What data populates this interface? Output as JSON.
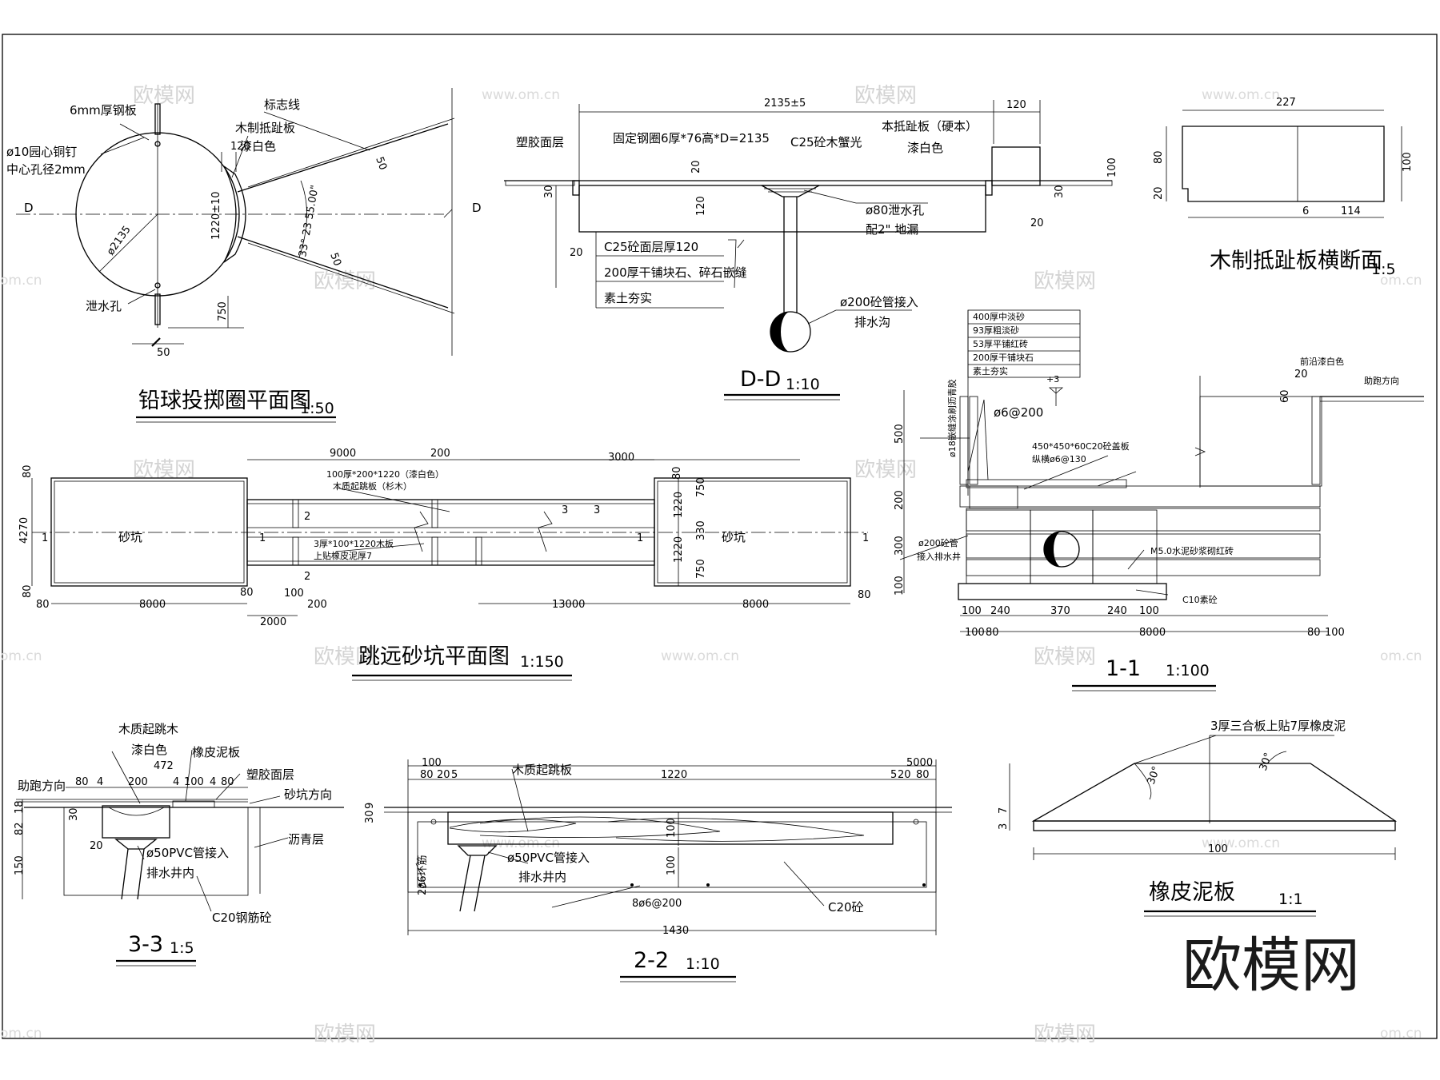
{
  "watermark": {
    "site_cn": "欧模网",
    "site_url": "www.om.cn",
    "url_short": "om.cn"
  },
  "brand_logo": "欧模网",
  "shot_put": {
    "title": "铅球投掷圈平面图",
    "scale": "1:50",
    "labels": {
      "steel_plate": "6mm厚钢板",
      "marker_line": "标志线",
      "toe_board": "木制抵趾板",
      "paint_white": "漆白色",
      "copper_nail": "ø10园心铜钉",
      "center_hole": "中心孔径2mm",
      "drain_hole": "泄水孔",
      "diameter": "ø2135",
      "radius_dim": "1220±10",
      "angle": "33° 23 55.00\"",
      "axis_left": "D",
      "axis_right": "D"
    },
    "dims": {
      "d120": "120",
      "d750": "750",
      "d50a": "50",
      "d50b": "50",
      "d50c": "50"
    }
  },
  "section_dd": {
    "title": "D-D",
    "scale": "1:10",
    "labels": {
      "rubber": "塑胶面层",
      "ring": "固定钢圈6厚*76高*D=2135",
      "concrete": "C25砼木蟹光",
      "board": "本抵趾板（硬本）",
      "paint": "漆白色",
      "drain": "ø80泄水孔",
      "floor_drain": "配2\" 地漏",
      "layer1": "C25砼面层厚120",
      "layer2": "200厚干铺块石、碎石嵌缝",
      "layer3": "素土夯实",
      "pipe": "ø200砼管接入",
      "ditch": "排水沟"
    },
    "dims": {
      "top": "2135±5",
      "d120": "120",
      "d20a": "20",
      "d120v": "120",
      "d30": "30",
      "d20b": "20",
      "d100": "100",
      "d30b": "30",
      "d20c": "20"
    }
  },
  "toe_board_section": {
    "title": "木制抵趾板横断面",
    "scale": "1:5",
    "dims": {
      "w": "227",
      "h80": "80",
      "h20": "20",
      "h100": "100",
      "b6": "6",
      "b114": "114"
    }
  },
  "long_jump": {
    "title": "跳远砂坑平面图",
    "scale": "1:150",
    "labels": {
      "pit_left": "砂坑",
      "pit_right": "砂坑",
      "note1": "100厚*200*1220（漆白色）",
      "note2": "木质起跳板（杉木）",
      "note3": "3厚*100*1220木板",
      "note4": "上贴橡皮泥厚7"
    },
    "dims": {
      "d9000": "9000",
      "d200": "200",
      "d3000": "3000",
      "d4270": "4270",
      "d80a": "80",
      "d80b": "80",
      "d80c": "80",
      "d80d": "80",
      "d80e": "80",
      "d80f": "80",
      "d8000a": "8000",
      "d8000b": "8000",
      "d13000": "13000",
      "d2000": "2000",
      "d100": "100",
      "d200b": "200",
      "d750a": "750",
      "d1220a": "1220",
      "d330": "330",
      "d1220b": "1220",
      "d750b": "750"
    },
    "markers": {
      "s1": "1",
      "s2": "2",
      "s3": "3"
    }
  },
  "section_11": {
    "title": "1-1",
    "scale": "1:100",
    "labels": {
      "l1": "400厚中淡砂",
      "l2": "93厚粗淡砂",
      "l3": "53厚平铺红砖",
      "l4": "200厚干铺块石",
      "l5": "素土夯实",
      "front": "前沿漆白色",
      "direction": "助跑方向",
      "elev": "+3",
      "rebar": "ø6@200",
      "slab": "450*450*60C20砼盖板",
      "slab2": "纵横ø6@130",
      "pipe": "ø200砼管",
      "well": "接入排水井",
      "mortar": "M5.0水泥砂浆砌红砖",
      "c10": "C10素砼",
      "side_note": "ø18嵌缝涂刷沥青胶"
    },
    "dims": {
      "d500": "500",
      "d200": "200",
      "d300": "300",
      "d100": "100",
      "d20": "20",
      "d60": "60",
      "b100": "100",
      "b240": "240",
      "b370": "370",
      "b80": "80",
      "b8000": "8000"
    }
  },
  "section_33": {
    "title": "3-3",
    "scale": "1:5",
    "labels": {
      "board": "木质起跳木",
      "paint": "漆白色",
      "rubber_clay": "橡皮泥板",
      "rubber": "塑胶面层",
      "run": "助跑方向",
      "pit": "砂坑方向",
      "asphalt": "沥青层",
      "pvc": "ø50PVC管接入",
      "well": "排水井内",
      "concrete": "C20钢筋砼"
    },
    "dims": {
      "d472": "472",
      "d80": "80",
      "d4": "4",
      "d200": "200",
      "d100": "100",
      "d18": "18",
      "d82": "82",
      "d150": "150",
      "d30": "30",
      "d20": "20"
    }
  },
  "section_22": {
    "title": "2-2",
    "scale": "1:10",
    "labels": {
      "board": "木质起跳板",
      "pvc": "ø50PVC管接入",
      "well": "排水井内",
      "rebar": "8ø6@200",
      "ring": "2ø6环筋",
      "c20": "C20砼"
    },
    "dims": {
      "d100": "100",
      "d80": "80",
      "d20": "20",
      "d5": "5",
      "d1220": "1220",
      "d5000": "5000",
      "d1430": "1430",
      "d30": "30",
      "d9": "9"
    }
  },
  "rubber_plate": {
    "title": "橡皮泥板",
    "scale": "1:1",
    "labels": {
      "note": "3厚三合板上贴7厚橡皮泥",
      "ang1": "30°",
      "ang2": "30°"
    },
    "dims": {
      "d100": "100",
      "d3": "3",
      "d7": "7"
    }
  }
}
